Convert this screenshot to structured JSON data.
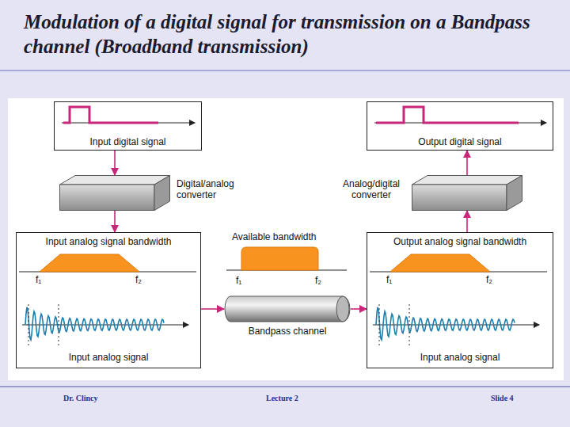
{
  "diagram": {
    "title": "Modulation of a digital signal for transmission on a Bandpass channel (Broadband transmission)",
    "nodes": [
      {
        "text": [
          "Input digital signal"
        ]
      },
      {
        "text": [
          "Output digital signal"
        ]
      },
      {
        "text": [
          "Digital/analog converter"
        ]
      },
      {
        "text": [
          "Analog/digital converter"
        ]
      },
      {
        "text": [
          "Input analog signal bandwidth",
          "f₁",
          "f₂",
          "Input analog signal"
        ]
      },
      {
        "text": [
          "Bandpass channel"
        ]
      },
      {
        "text": [
          "Output analog signal bandwidth",
          "f₁",
          "f₂",
          "Input analog signal"
        ]
      }
    ],
    "edges": [
      {
        "from": 0,
        "to": 2,
        "arrow": "to"
      },
      {
        "from": 2,
        "to": 4,
        "arrow": "to"
      },
      {
        "from": 4,
        "to": 5,
        "arrow": "to"
      },
      {
        "from": 5,
        "to": 6,
        "arrow": "to"
      },
      {
        "from": 6,
        "to": 3,
        "arrow": "to"
      },
      {
        "from": 3,
        "to": 1,
        "arrow": "to"
      }
    ],
    "labels": [
      "Available bandwidth",
      "f₁",
      "f₂",
      "Dr. Clincy",
      "Lecture 2",
      "Slide 4"
    ]
  }
}
